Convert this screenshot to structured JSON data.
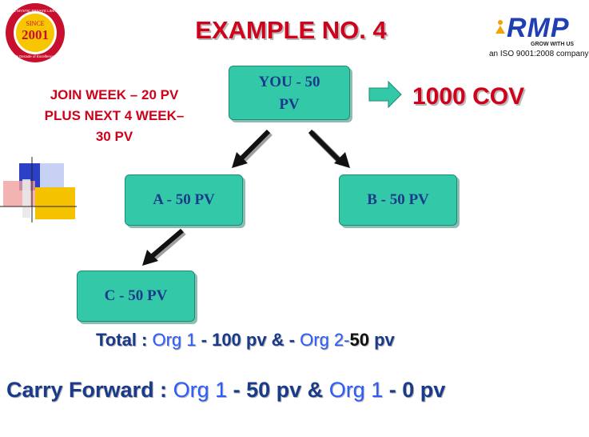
{
  "logo_left": {
    "top_text": "THE MYSTIC PRIVATE LIMITED",
    "since": "SINCE",
    "year": "2001",
    "bottom_text": "5 Decade of Excellence"
  },
  "logo_right": {
    "brand": "RMP",
    "tagline": "GROW WITH US",
    "iso": "an ISO 9001:2008 company"
  },
  "title": "EXAMPLE NO. 4",
  "join_text": {
    "line1": "JOIN WEEK – 20 PV",
    "line2": "PLUS NEXT 4 WEEK–",
    "line3": "30 PV"
  },
  "nodes": {
    "you_line1": "YOU - 50",
    "you_line2": "PV",
    "a": "A - 50 PV",
    "b": "B - 50 PV",
    "c": "C - 50 PV"
  },
  "cov": "1000 COV",
  "total": {
    "label": "Total :",
    "org1": "Org 1",
    "part1": "- 100 pv &  -",
    "org2": "Org 2",
    "dash": "-",
    "value": "50",
    "unit": "pv"
  },
  "carry": {
    "label": "Carry Forward :",
    "org1": "Org 1",
    "part1": "- 50 pv &",
    "org1b": "Org 1",
    "part2": "- 0 pv"
  },
  "colors": {
    "title_red": "#d0021b",
    "node_fill": "#33c9a8",
    "text_blue": "#1a3a8a",
    "org_blue": "#2d5bff"
  }
}
